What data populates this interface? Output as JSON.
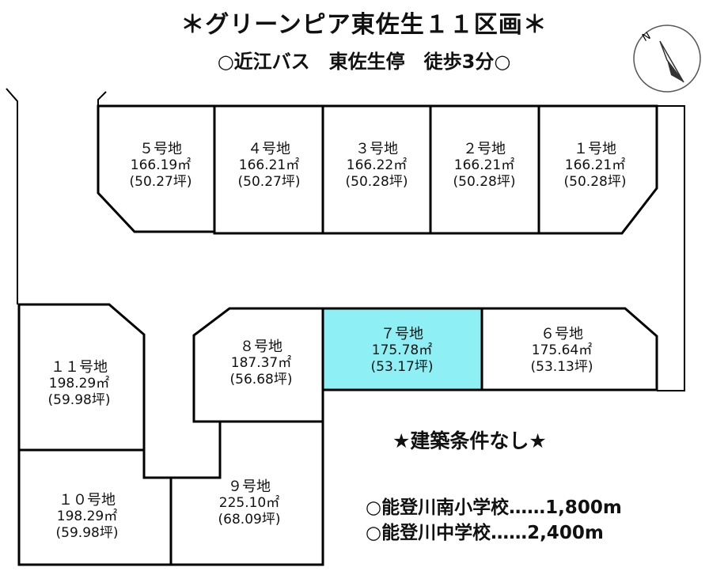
{
  "title": "＊グリーンピア東佐生１１区画＊",
  "subtitle": "○近江バス　東佐生停　徒歩3分○",
  "compass_label": "N",
  "highlight_color": "#8ef0f4",
  "lots": [
    {
      "number": "５号地",
      "area": "166.19㎡",
      "tsubo": "(50.27坪)"
    },
    {
      "number": "４号地",
      "area": "166.21㎡",
      "tsubo": "(50.27坪)"
    },
    {
      "number": "３号地",
      "area": "166.22㎡",
      "tsubo": "(50.28坪)"
    },
    {
      "number": "２号地",
      "area": "166.21㎡",
      "tsubo": "(50.28坪)"
    },
    {
      "number": "１号地",
      "area": "166.21㎡",
      "tsubo": "(50.28坪)"
    },
    {
      "number": "１１号地",
      "area": "198.29㎡",
      "tsubo": "(59.98坪)"
    },
    {
      "number": "８号地",
      "area": "187.37㎡",
      "tsubo": "(56.68坪)"
    },
    {
      "number": "７号地",
      "area": "175.78㎡",
      "tsubo": "(53.17坪)",
      "highlighted": true
    },
    {
      "number": "６号地",
      "area": "175.64㎡",
      "tsubo": "(53.13坪)"
    },
    {
      "number": "１０号地",
      "area": "198.29㎡",
      "tsubo": "(59.98坪)"
    },
    {
      "number": "９号地",
      "area": "225.10㎡",
      "tsubo": "(68.09坪)"
    }
  ],
  "notes": {
    "condition": "★建築条件なし★",
    "school_1": "○能登川南小学校……1,800m",
    "school_2": "○能登川中学校……2,400m"
  }
}
